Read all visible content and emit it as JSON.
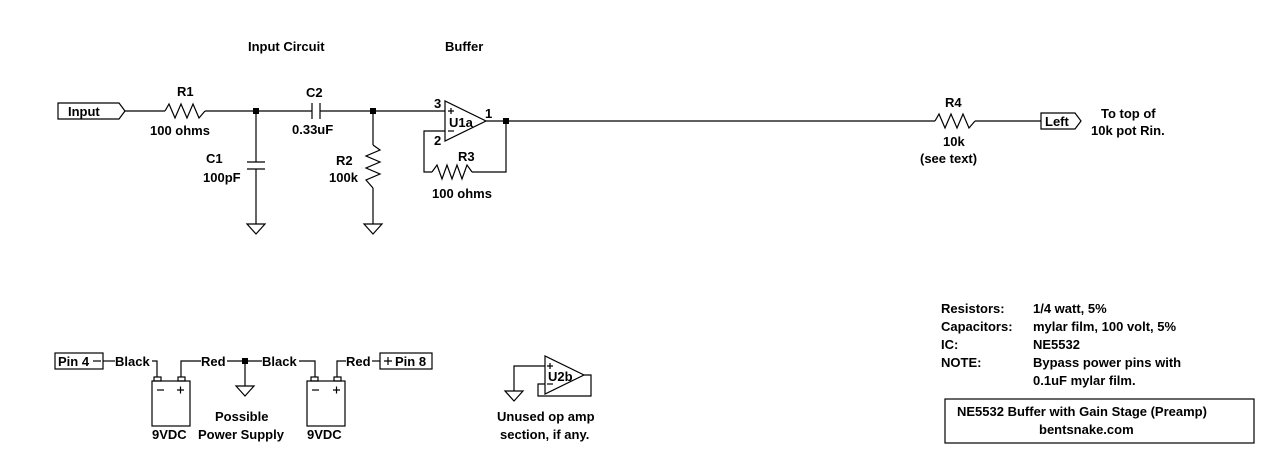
{
  "section_titles": {
    "input_circuit": "Input Circuit",
    "buffer": "Buffer"
  },
  "ports": {
    "input": "Input",
    "left": "Left"
  },
  "right_note": {
    "line1": "To top of",
    "line2": "10k pot Rin."
  },
  "components": {
    "r1": {
      "ref": "R1",
      "value": "100 ohms"
    },
    "c1": {
      "ref": "C1",
      "value": "100pF"
    },
    "c2": {
      "ref": "C2",
      "value": "0.33uF"
    },
    "r2": {
      "ref": "R2",
      "value": "100k"
    },
    "r3": {
      "ref": "R3",
      "value": "100 ohms"
    },
    "r4": {
      "ref": "R4",
      "value": "10k",
      "note": "(see text)"
    },
    "u1a": {
      "ref": "U1a",
      "pin_plus": "3",
      "pin_minus": "2",
      "pin_out": "1"
    },
    "u2b": {
      "ref": "U2b"
    }
  },
  "power": {
    "pin4": "Pin 4",
    "pin8": "Pin 8",
    "black": "Black",
    "red": "Red",
    "battery": "9VDC",
    "supply_line1": "Possible",
    "supply_line2": "Power Supply"
  },
  "unused": {
    "line1": "Unused op amp",
    "line2": "section, if any."
  },
  "specs": [
    {
      "label": "Resistors:",
      "value": "1/4 watt, 5%"
    },
    {
      "label": "Capacitors:",
      "value": "mylar film, 100 volt, 5%"
    },
    {
      "label": "IC:",
      "value": "NE5532"
    },
    {
      "label": "NOTE:",
      "value": "Bypass power pins with"
    },
    {
      "label": "",
      "value": "0.1uF mylar film."
    }
  ],
  "title_box": {
    "line1": "NE5532 Buffer with Gain Stage (Preamp)",
    "line2": "bentsnake.com"
  }
}
